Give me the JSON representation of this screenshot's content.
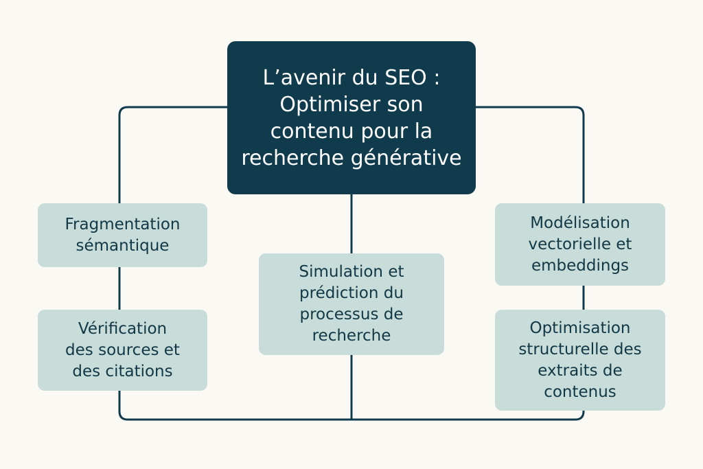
{
  "diagram": {
    "root": {
      "label": "L’avenir du SEO :\nOptimiser son\ncontenu pour la\nrecherche générative"
    },
    "nodes": [
      {
        "id": "fragmentation",
        "label": "Fragmentation\nsémantique"
      },
      {
        "id": "verification",
        "label": "Vérification\ndes sources et\ndes citations"
      },
      {
        "id": "simulation",
        "label": "Simulation et\nprédiction du\nprocessus de\nrecherche"
      },
      {
        "id": "modelisation",
        "label": "Modélisation\nvectorielle et\nembeddings"
      },
      {
        "id": "optimisation",
        "label": "Optimisation\nstructurelle des\nextraits de\ncontenus"
      }
    ],
    "colors": {
      "background": "#fbf9f4",
      "root_fill": "#0f3b4d",
      "root_text": "#ffffff",
      "node_fill": "#c8dcda",
      "node_text": "#123845",
      "connector": "#0f3b4d"
    }
  }
}
